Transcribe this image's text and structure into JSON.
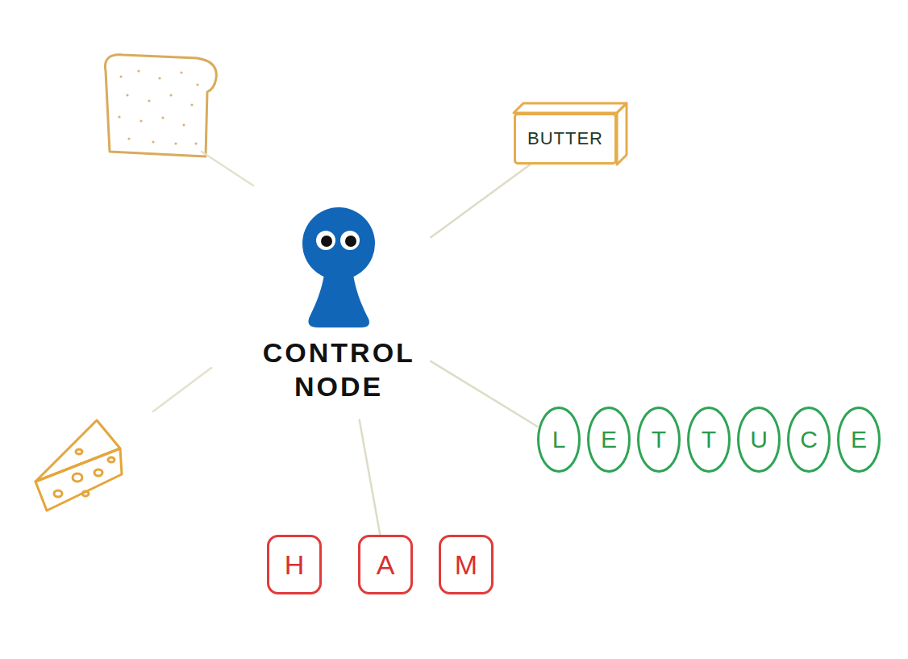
{
  "diagram": {
    "nodes": [
      {
        "text": [
          "BUTTER"
        ]
      },
      {
        "text": [
          "CONTROL NODE"
        ]
      },
      {
        "text": [
          "L"
        ]
      },
      {
        "text": [
          "E"
        ]
      },
      {
        "text": [
          "T"
        ]
      },
      {
        "text": [
          "T"
        ]
      },
      {
        "text": [
          "U"
        ]
      },
      {
        "text": [
          "C"
        ]
      },
      {
        "text": [
          "E"
        ]
      },
      {
        "text": [
          "H"
        ]
      },
      {
        "text": [
          "A"
        ]
      },
      {
        "text": [
          "M"
        ]
      }
    ],
    "edges": [
      {
        "from": 1,
        "to": 0,
        "arrow": "none"
      },
      {
        "from": 1,
        "to": 2,
        "arrow": "none"
      },
      {
        "from": 1,
        "to": 10,
        "arrow": "none"
      }
    ]
  }
}
